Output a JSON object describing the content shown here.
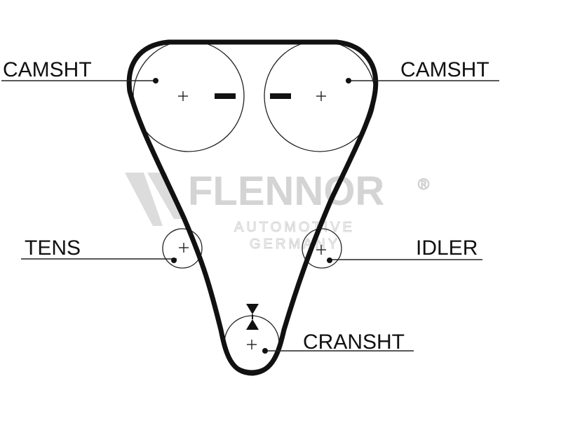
{
  "labels": {
    "camshaft_left": "CAMSHT",
    "camshaft_right": "CAMSHT",
    "tensioner": "TENS",
    "idler": "IDLER",
    "crankshaft": "CRANSHT"
  },
  "watermark": {
    "brand": "FLENNOR",
    "line1": "AUTOMOTIVE",
    "line2": "GERMANY",
    "registered": "®"
  },
  "colors": {
    "belt": "#111111",
    "ink": "#111111",
    "watermark": "#d4d4d4"
  }
}
